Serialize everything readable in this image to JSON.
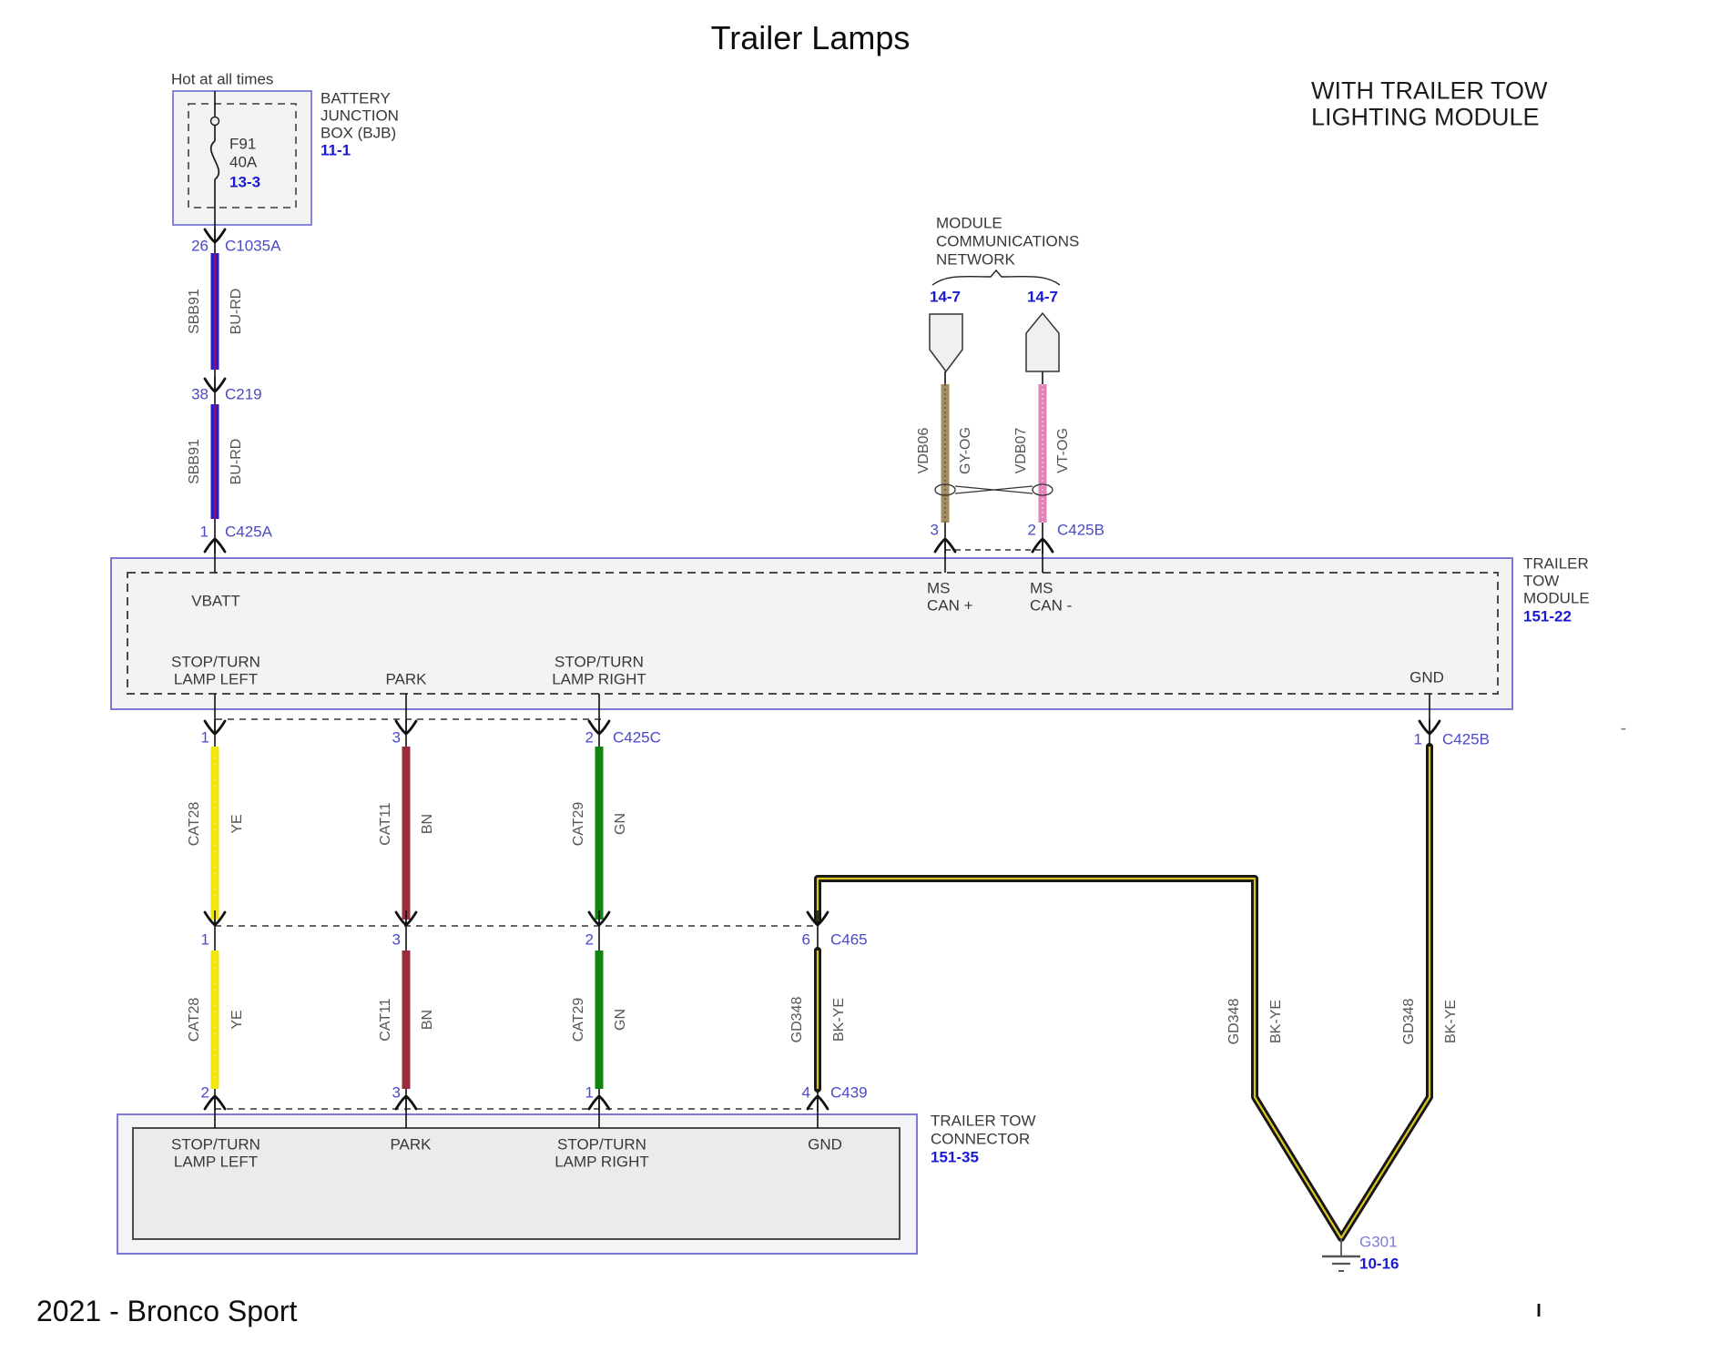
{
  "title": "Trailer Lamps",
  "variant": {
    "line1": "WITH TRAILER TOW",
    "line2": "LIGHTING MODULE"
  },
  "footer": "2021 - Bronco Sport",
  "bjb": {
    "hot": "Hot at all times",
    "fuse": {
      "name": "F91",
      "rating": "40A",
      "ref": "13-3"
    },
    "name": [
      "BATTERY",
      "JUNCTION",
      "BOX (BJB)"
    ],
    "ref": "11-1"
  },
  "can": {
    "network": [
      "MODULE",
      "COMMUNICATIONS",
      "NETWORK"
    ],
    "ref_left": "14-7",
    "ref_right": "14-7"
  },
  "module": {
    "name": [
      "TRAILER",
      "TOW",
      "MODULE"
    ],
    "ref": "151-22",
    "pins": {
      "vbatt": "VBATT",
      "can_p": [
        "MS",
        "CAN +"
      ],
      "can_n": [
        "MS",
        "CAN -"
      ],
      "stop_left": [
        "STOP/TURN",
        "LAMP LEFT"
      ],
      "park": "PARK",
      "stop_right": [
        "STOP/TURN",
        "LAMP RIGHT"
      ],
      "gnd": "GND"
    }
  },
  "tow_connector": {
    "name": [
      "TRAILER TOW",
      "CONNECTOR"
    ],
    "ref": "151-35",
    "pins": {
      "stop_left": [
        "STOP/TURN",
        "LAMP LEFT"
      ],
      "park": "PARK",
      "stop_right": [
        "STOP/TURN",
        "LAMP RIGHT"
      ],
      "gnd": "GND"
    }
  },
  "ground": {
    "name": "G301",
    "ref": "10-16"
  },
  "pins": {
    "c1035a": {
      "pin": "26",
      "conn": "C1035A"
    },
    "c219": {
      "pin": "38",
      "conn": "C219"
    },
    "c425a": {
      "pin": "1",
      "conn": "C425A"
    },
    "c425b_can": {
      "pin_p": "3",
      "pin_n": "2",
      "conn": "C425B"
    },
    "c425c": {
      "pin_left": "1",
      "pin_park": "3",
      "pin_right": "2",
      "conn": "C425C"
    },
    "c425b_gnd": {
      "pin": "1",
      "conn": "C425B"
    },
    "c465": {
      "pin_left": "1",
      "pin_park": "3",
      "pin_right": "2",
      "pin_gnd": "6",
      "conn": "C465"
    },
    "c439": {
      "pin_left": "2",
      "pin_park": "3",
      "pin_right": "1",
      "pin_gnd": "4",
      "conn": "C439"
    }
  },
  "wires": {
    "sbb91": {
      "circuit": "SBB91",
      "code": "BU-RD",
      "color": "#2e1cc8",
      "stripe": "#8c1266"
    },
    "vdb06": {
      "circuit": "VDB06",
      "code": "GY-OG",
      "color": "#a48d63",
      "stripe": "#5f512f"
    },
    "vdb07": {
      "circuit": "VDB07",
      "code": "VT-OG",
      "color": "#e282b6",
      "stripe": "#f7d0e5"
    },
    "cat28": {
      "circuit": "CAT28",
      "code": "YE",
      "color": "#f0e40c",
      "stripe": "#ffffff"
    },
    "cat11": {
      "circuit": "CAT11",
      "code": "BN",
      "color": "#9a2c3d"
    },
    "cat29": {
      "circuit": "CAT29",
      "code": "GN",
      "color": "#0d850f"
    },
    "gd348": {
      "circuit": "GD348",
      "code": "BK-YE",
      "color": "#161616",
      "stripe": "#d8c61f"
    }
  },
  "artifacts": {
    "dash": "-",
    "tick": "I"
  }
}
